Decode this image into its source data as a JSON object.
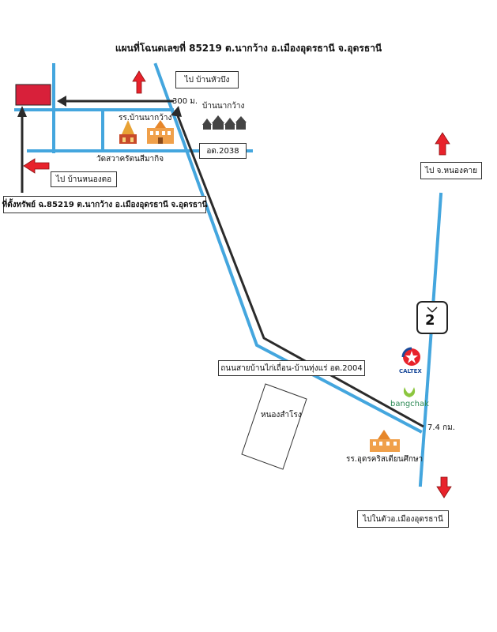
{
  "title": "แผนที่โฉนดเลขที่ 85219 ต.นากว้าง อ.เมืองอุดรธานี จ.อุดรธานี",
  "labels": {
    "to_ban_hua_bueng": "ไป บ้านหัวบึง",
    "dist_300m": "300 ม.",
    "ban_na_kwang": "บ้านนากว้าง",
    "school_ban_na_kwang": "รร.บ้านนากว้าง",
    "wat": "วัดสวาครัตนสีมากิจ",
    "road_2038": "อด.2038",
    "to_ban_nong_to": "ไป บ้านหนองตอ",
    "property": "ที่ตั้งทรัพย์ ฉ.85219 ต.นากว้าง อ.เมืองอุดรธานี จ.อุดรธานี",
    "to_nong_khai": "ไป จ.หนองคาย",
    "highway_number": "2",
    "road_2004": "ถนนสายบ้านไก่เถื่อน-บ้านทุ่งแร่ อด.2004",
    "caltex": "CALTEX",
    "bangchak": "bangchak",
    "dist_7_4km": "7.4 กม.",
    "nong_sam_rong": "หนองสำโรง",
    "school_christian": "รร.อุดรคริสเตียนศึกษา",
    "to_city": "ไปในตัวอ.เมืองอุดรธานี"
  },
  "colors": {
    "road": "#44a6de",
    "route": "#2b2b2b",
    "arrow": "#e8222b",
    "property": "#d8203a",
    "school": "#e6862a"
  }
}
